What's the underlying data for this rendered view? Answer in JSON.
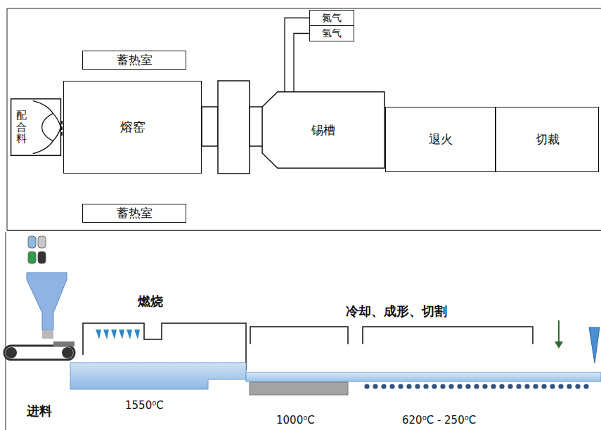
{
  "diagram": {
    "nodes": [
      {
        "text": [
          "蓄热室"
        ]
      },
      {
        "text": [
          "配合料"
        ]
      },
      {
        "text": [
          "熔窑"
        ]
      },
      {
        "text": [
          "蓄热室"
        ]
      },
      {
        "text": [
          "氮气"
        ]
      },
      {
        "text": [
          "氢气"
        ]
      },
      {
        "text": [
          "锡槽"
        ]
      },
      {
        "text": [
          "退火"
        ]
      },
      {
        "text": [
          "切裁"
        ]
      }
    ],
    "edges": [
      {
        "from": 4,
        "to": 6,
        "arrow": "none"
      },
      {
        "from": 5,
        "to": 6,
        "arrow": "none"
      }
    ],
    "labels": [
      "燃烧",
      "冷却、成形、切割",
      "进料",
      "1550⁰C",
      "1000⁰C",
      "620⁰C - 250⁰C"
    ]
  }
}
